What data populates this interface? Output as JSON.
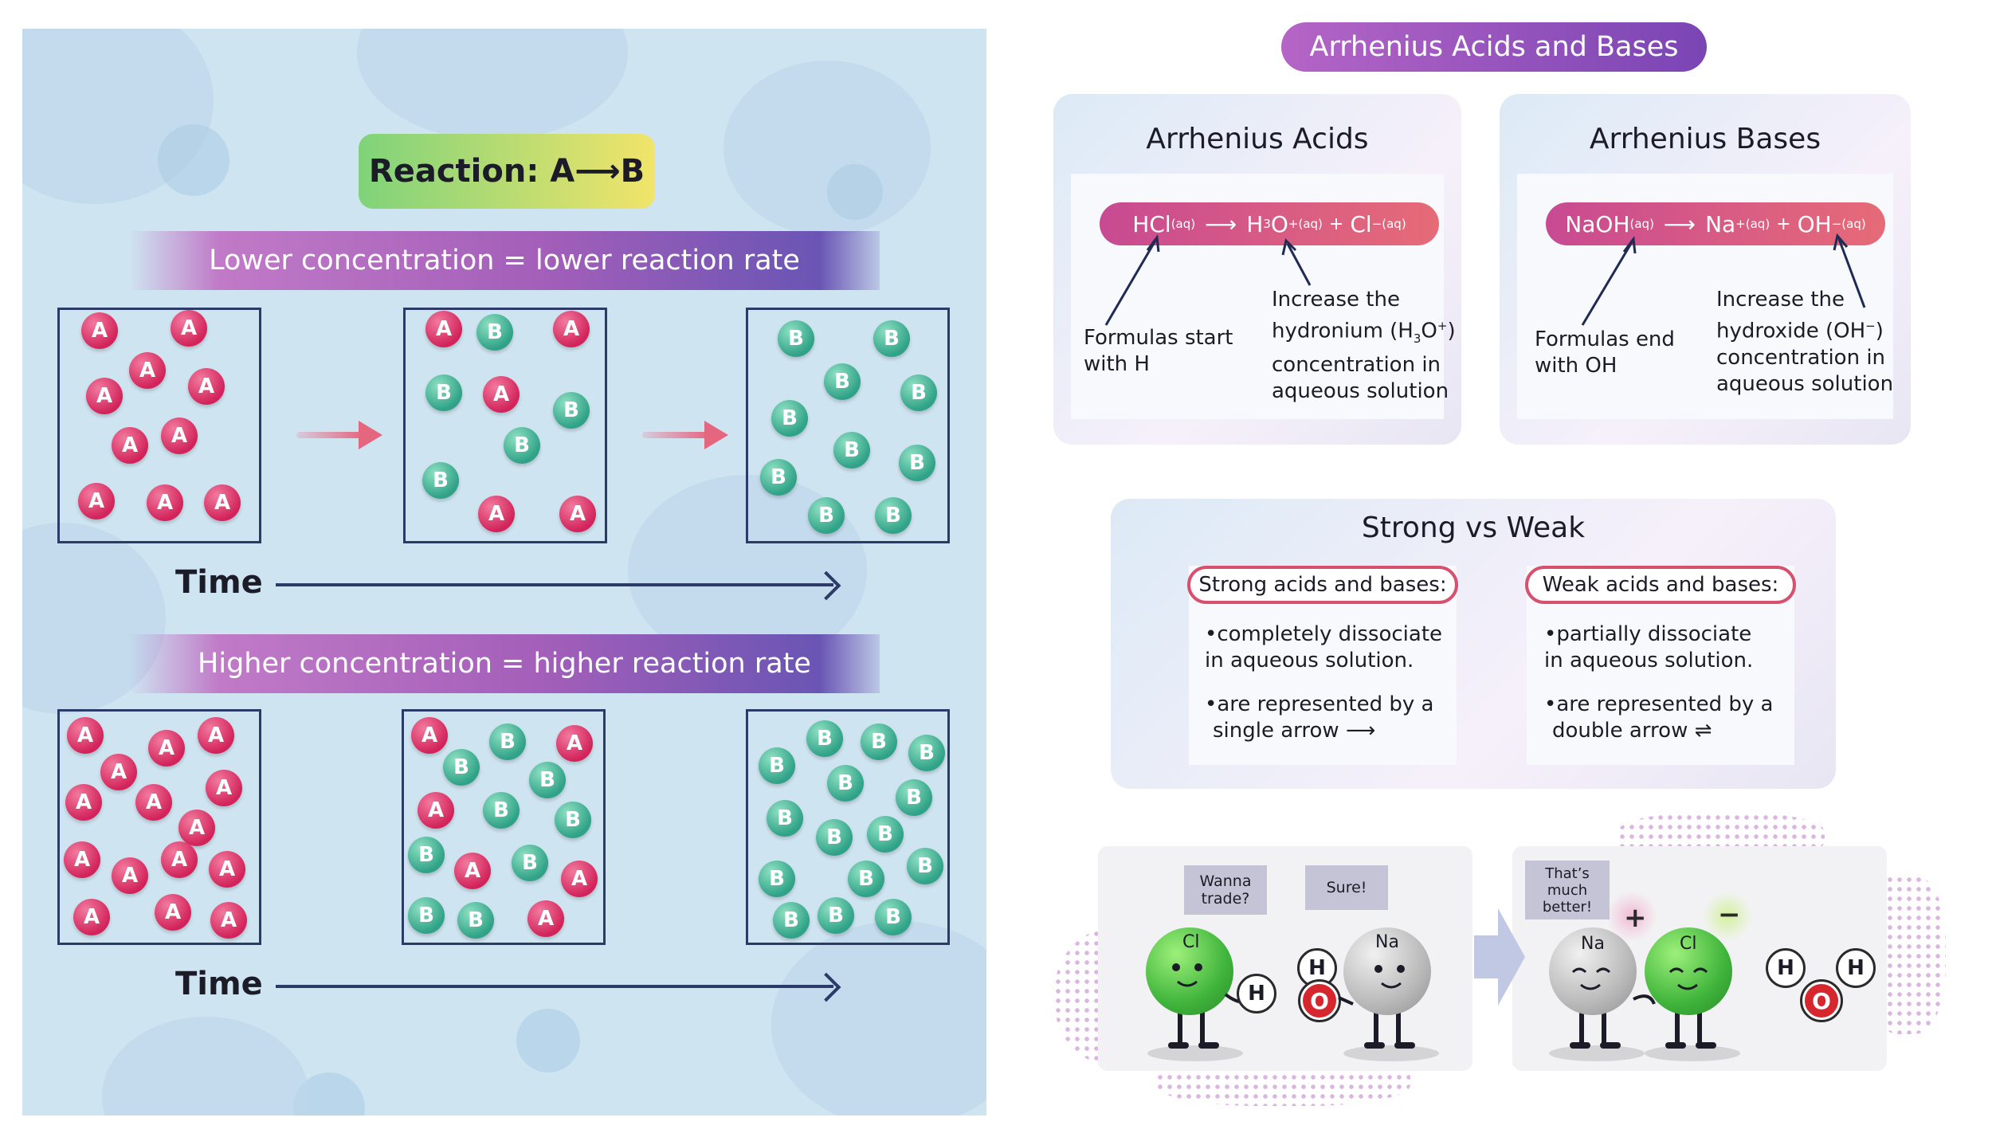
{
  "left": {
    "reaction_title": "Reaction: A⟶B",
    "banner_low": "Lower concentration = lower reaction rate",
    "banner_high": "Higher concentration = higher reaction rate",
    "time_label": "Time",
    "molecule_a": "A",
    "molecule_b": "B",
    "low_boxes": [
      [
        [
          "A",
          50,
          26
        ],
        [
          "A",
          162,
          23
        ],
        [
          "A",
          110,
          76
        ],
        [
          "A",
          56,
          108
        ],
        [
          "A",
          184,
          96
        ],
        [
          "A",
          88,
          170
        ],
        [
          "A",
          150,
          158
        ],
        [
          "A",
          46,
          240
        ],
        [
          "A",
          132,
          242
        ],
        [
          "A",
          204,
          242
        ]
      ],
      [
        [
          "A",
          48,
          24
        ],
        [
          "B",
          112,
          28
        ],
        [
          "A",
          208,
          24
        ],
        [
          "B",
          48,
          104
        ],
        [
          "A",
          120,
          106
        ],
        [
          "B",
          208,
          126
        ],
        [
          "B",
          146,
          170
        ],
        [
          "B",
          44,
          214
        ],
        [
          "A",
          114,
          256
        ],
        [
          "A",
          216,
          256
        ]
      ],
      [
        [
          "B",
          60,
          36
        ],
        [
          "B",
          180,
          36
        ],
        [
          "B",
          118,
          90
        ],
        [
          "B",
          214,
          104
        ],
        [
          "B",
          52,
          136
        ],
        [
          "B",
          130,
          176
        ],
        [
          "B",
          212,
          192
        ],
        [
          "B",
          38,
          210
        ],
        [
          "B",
          98,
          258
        ],
        [
          "B",
          182,
          258
        ]
      ]
    ],
    "high_boxes": [
      [
        [
          "A",
          32,
          30
        ],
        [
          "A",
          134,
          46
        ],
        [
          "A",
          196,
          30
        ],
        [
          "A",
          74,
          76
        ],
        [
          "A",
          206,
          96
        ],
        [
          "A",
          30,
          114
        ],
        [
          "A",
          118,
          114
        ],
        [
          "A",
          172,
          146
        ],
        [
          "A",
          150,
          186
        ],
        [
          "A",
          28,
          186
        ],
        [
          "A",
          88,
          206
        ],
        [
          "A",
          210,
          198
        ],
        [
          "A",
          40,
          258
        ],
        [
          "A",
          142,
          252
        ],
        [
          "A",
          212,
          262
        ]
      ],
      [
        [
          "A",
          32,
          30
        ],
        [
          "B",
          130,
          38
        ],
        [
          "A",
          214,
          40
        ],
        [
          "B",
          72,
          70
        ],
        [
          "B",
          180,
          86
        ],
        [
          "B",
          212,
          136
        ],
        [
          "A",
          40,
          124
        ],
        [
          "B",
          122,
          124
        ],
        [
          "B",
          28,
          180
        ],
        [
          "B",
          158,
          190
        ],
        [
          "A",
          86,
          200
        ],
        [
          "A",
          220,
          210
        ],
        [
          "B",
          28,
          256
        ],
        [
          "B",
          90,
          262
        ],
        [
          "A",
          178,
          260
        ]
      ],
      [
        [
          "B",
          96,
          34
        ],
        [
          "B",
          164,
          38
        ],
        [
          "B",
          224,
          52
        ],
        [
          "B",
          36,
          68
        ],
        [
          "B",
          122,
          90
        ],
        [
          "B",
          208,
          108
        ],
        [
          "B",
          46,
          134
        ],
        [
          "B",
          108,
          158
        ],
        [
          "B",
          172,
          154
        ],
        [
          "B",
          222,
          194
        ],
        [
          "B",
          36,
          210
        ],
        [
          "B",
          148,
          210
        ],
        [
          "B",
          54,
          262
        ],
        [
          "B",
          110,
          256
        ],
        [
          "B",
          182,
          258
        ]
      ]
    ]
  },
  "right": {
    "main_title": "Arrhenius Acids and Bases",
    "acids": {
      "title": "Arrhenius Acids",
      "equation": {
        "r1": "HCl",
        "r1_state": "(aq)",
        "arrow": "⟶",
        "p1": "H",
        "p1_sub": "3",
        "p1_rest": "O",
        "p1_charge": "+",
        "p1_state": "(aq)",
        "plus": "+",
        "p2": "Cl",
        "p2_charge": "−",
        "p2_state": "(aq)"
      },
      "note_left": [
        "Formulas start",
        "with H"
      ],
      "note_right_l1": "Increase the",
      "note_right_l2a": "hydronium (H",
      "note_right_l2sub": "3",
      "note_right_l2b": "O",
      "note_right_l2sup": "+",
      "note_right_l2c": ")",
      "note_right_l3": "concentration in",
      "note_right_l4": "aqueous solution"
    },
    "bases": {
      "title": "Arrhenius Bases",
      "equation": {
        "r1": "NaOH",
        "r1_state": "(aq)",
        "arrow": "⟶",
        "p1": "Na",
        "p1_charge": "+",
        "p1_state": "(aq)",
        "plus": "+",
        "p2": "OH",
        "p2_charge": "−",
        "p2_state": "(aq)"
      },
      "note_left": [
        "Formulas end",
        "with OH"
      ],
      "note_right_l1": "Increase the",
      "note_right_l2a": "hydroxide (OH",
      "note_right_l2sup": "−",
      "note_right_l2c": ")",
      "note_right_l3": "concentration in",
      "note_right_l4": "aqueous solution"
    },
    "strong_weak": {
      "title": "Strong vs Weak",
      "strong_label": "Strong acids and bases:",
      "strong_bullets": [
        "•completely dissociate",
        "in aqueous solution.",
        "•are represented by a",
        "single arrow ⟶"
      ],
      "weak_label": "Weak acids and bases:",
      "weak_bullets": [
        "•partially dissociate",
        "in aqueous solution.",
        "•are represented by a",
        "double arrow ⇌"
      ]
    },
    "cartoon": {
      "bubble1": [
        "Wanna",
        "trade?"
      ],
      "bubble2": "Sure!",
      "bubble3": [
        "That’s",
        "much",
        "better!"
      ],
      "cl": "Cl",
      "na": "Na",
      "h": "H",
      "o": "O",
      "plus_sign": "+",
      "minus_sign": "−"
    }
  },
  "colors": {
    "left_bg": "#cfe4f1",
    "molecule_a": "#d2245b",
    "molecule_b": "#2fa287",
    "banner_purple": "#a35fb9",
    "equation_bar": "#d85a85",
    "pill_border": "#d7506e",
    "title_pill": "#9b55be"
  }
}
